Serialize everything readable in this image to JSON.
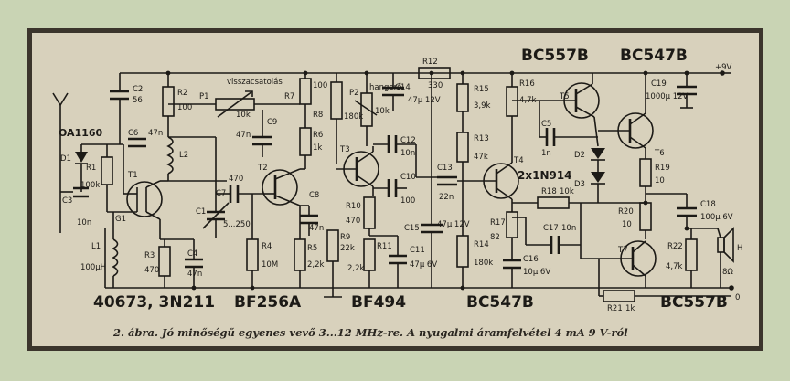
{
  "colors": {
    "paper": "#d8d1bc",
    "ink": "#1c1a16",
    "frame_outer": "#c9d4b4",
    "border": "#3b352c"
  },
  "components": {
    "D1": "D1",
    "OA1160": "OA1160",
    "R1": "R1",
    "R1v": "100k",
    "C3": "C3",
    "C3v": "10n",
    "T1": "T1",
    "G1": "G1",
    "L1": "L1",
    "L1v": "100µH",
    "C2": "C2",
    "C2v": "56",
    "C6": "C6",
    "C6v": "47n",
    "R2": "R2",
    "R2v": "100",
    "L2": "L2",
    "R3": "R3",
    "R3v": "470",
    "C4": "C4",
    "C4v": "47n",
    "P1": "P1",
    "P1v": "10k",
    "visszacsatolas": "visszacsatolás",
    "C9": "C9",
    "C9v": "47n",
    "C1": "C1",
    "C1v": "5...250",
    "C7": "C7",
    "C7v": "470",
    "T2": "T2",
    "R4": "R4",
    "R4v": "10M",
    "R7": "R7",
    "R7v": "100",
    "R8": "R8",
    "R6": "R6",
    "R6v": "1k",
    "C8": "C8",
    "C8v": "47n",
    "R5": "R5",
    "R5v": "2,2k",
    "P2": "P2",
    "P2v": "180k",
    "hangero": "hangerő",
    "P2w": "10k",
    "C14": "C14",
    "C14v": "47µ 12V",
    "R12": "R12",
    "R12v": "330",
    "T3": "T3",
    "C12": "C12",
    "C12v": "10n",
    "C10": "C10",
    "C10v": "100",
    "R10": "R10",
    "R10v": "470",
    "R9": "R9",
    "R9v": "22k",
    "R11": "R11",
    "R11v": "2,2k",
    "C11": "C11",
    "C11v": "47µ 6V",
    "C15": "C15",
    "C15v": "47µ 12V",
    "R15": "R15",
    "R15v": "3,9k",
    "R13": "R13",
    "R13v": "47k",
    "C13": "C13",
    "C13v": "22n",
    "R14": "R14",
    "R14v": "180k",
    "R16": "R16",
    "R16v": "4,7k",
    "T4": "T4",
    "R17": "R17",
    "R17v": "82",
    "C16": "C16",
    "C16v": "10µ 6V",
    "C17": "C17",
    "C17v": "10n",
    "R18": "R18",
    "R18v": "10k",
    "T5": "T5",
    "C5": "C5",
    "C5v": "1n",
    "D2": "D2",
    "D3": "D3",
    "diodes": "2x1N914",
    "T6": "T6",
    "C19": "C19",
    "C19v": "1000µ 12V",
    "supply": "+9V",
    "R19": "R19",
    "R19v": "10",
    "R20": "R20",
    "R20v": "10",
    "C18": "C18",
    "C18v": "100µ 6V",
    "T7": "T7",
    "R22": "R22",
    "R22v": "4,7k",
    "speaker": "H",
    "speakerv": "8Ω",
    "R21": "R21",
    "R21v": "1k",
    "zero": "0"
  },
  "transistors": {
    "t1": "40673, 3N211",
    "t2": "BF256A",
    "t3": "BF494",
    "t4": "BC547B",
    "t5": "BC557B",
    "t6": "BC547B",
    "t7": "BC557B"
  },
  "caption": "2. ábra. Jó minőségű egyenes vevő 3...12 MHz-re. A nyugalmi áramfelvétel 4 mA 9 V-ról"
}
